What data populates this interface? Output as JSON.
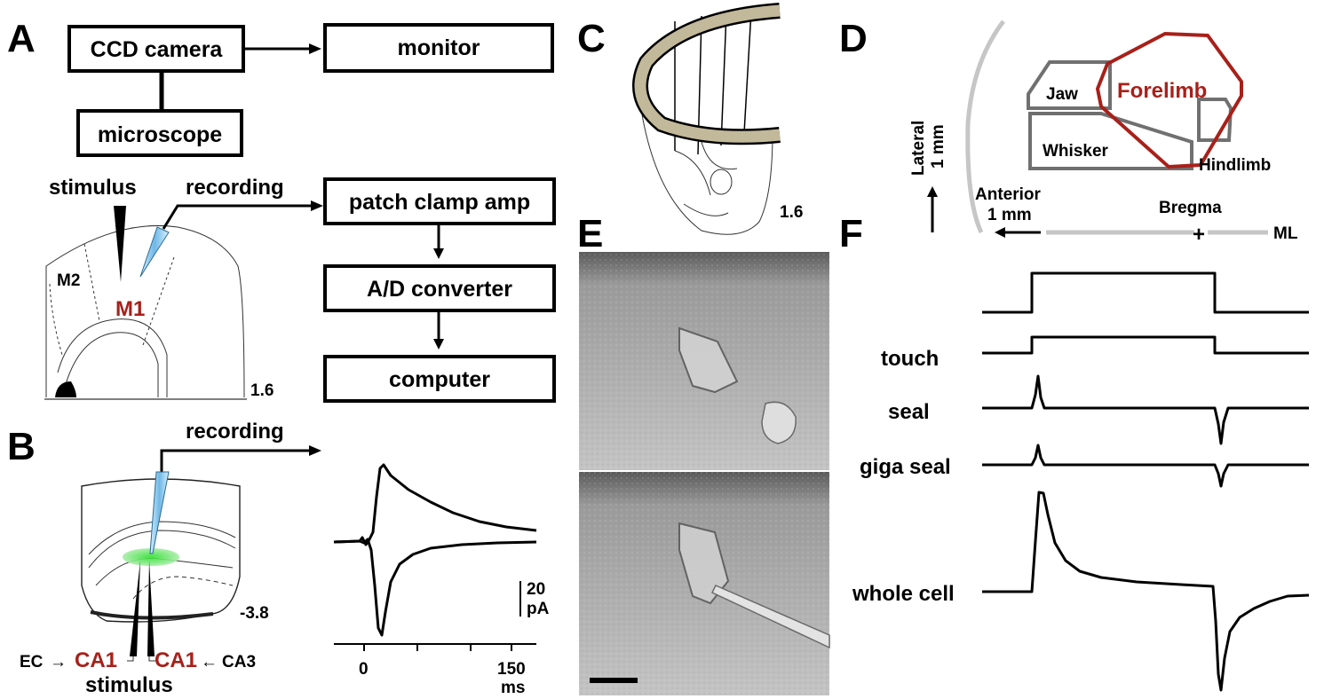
{
  "panels": {
    "a": "A",
    "b": "B",
    "c": "C",
    "d": "D",
    "e": "E",
    "f": "F"
  },
  "panel_a": {
    "ccd_camera": "CCD camera",
    "monitor": "monitor",
    "microscope": "microscope",
    "patch_clamp": "patch clamp amp",
    "ad_converter": "A/D converter",
    "computer": "computer",
    "stimulus": "stimulus",
    "recording": "recording",
    "m2": "M2",
    "m1": "M1",
    "section": "1.6"
  },
  "panel_b": {
    "recording": "recording",
    "section": "-3.8",
    "ec": "EC",
    "ca1_left": "CA1",
    "ca1_right": "CA1",
    "ca3": "CA3",
    "stimulus": "stimulus",
    "scale_value": "20",
    "scale_unit": "pA",
    "x_tick_0": "0",
    "x_tick_150": "150",
    "x_unit": "ms"
  },
  "panel_c": {
    "section": "1.6"
  },
  "panel_d": {
    "jaw": "Jaw",
    "forelimb": "Forelimb",
    "whisker": "Whisker",
    "hindlimb": "Hindlimb",
    "lateral": "Lateral",
    "lateral_scale": "1 mm",
    "anterior": "Anterior",
    "anterior_scale": "1 mm",
    "bregma": "Bregma",
    "ml": "ML",
    "plus": "+"
  },
  "panel_f": {
    "touch": "touch",
    "seal": "seal",
    "giga_seal": "giga seal",
    "whole_cell": "whole cell"
  },
  "colors": {
    "red_label": "#a8201a",
    "forelimb_outline": "#a8201a",
    "region_outline": "#707070",
    "skull_band": "#c2b89a",
    "pipette": "#7fc4e8",
    "ca1_highlight": "#3fe03f"
  }
}
